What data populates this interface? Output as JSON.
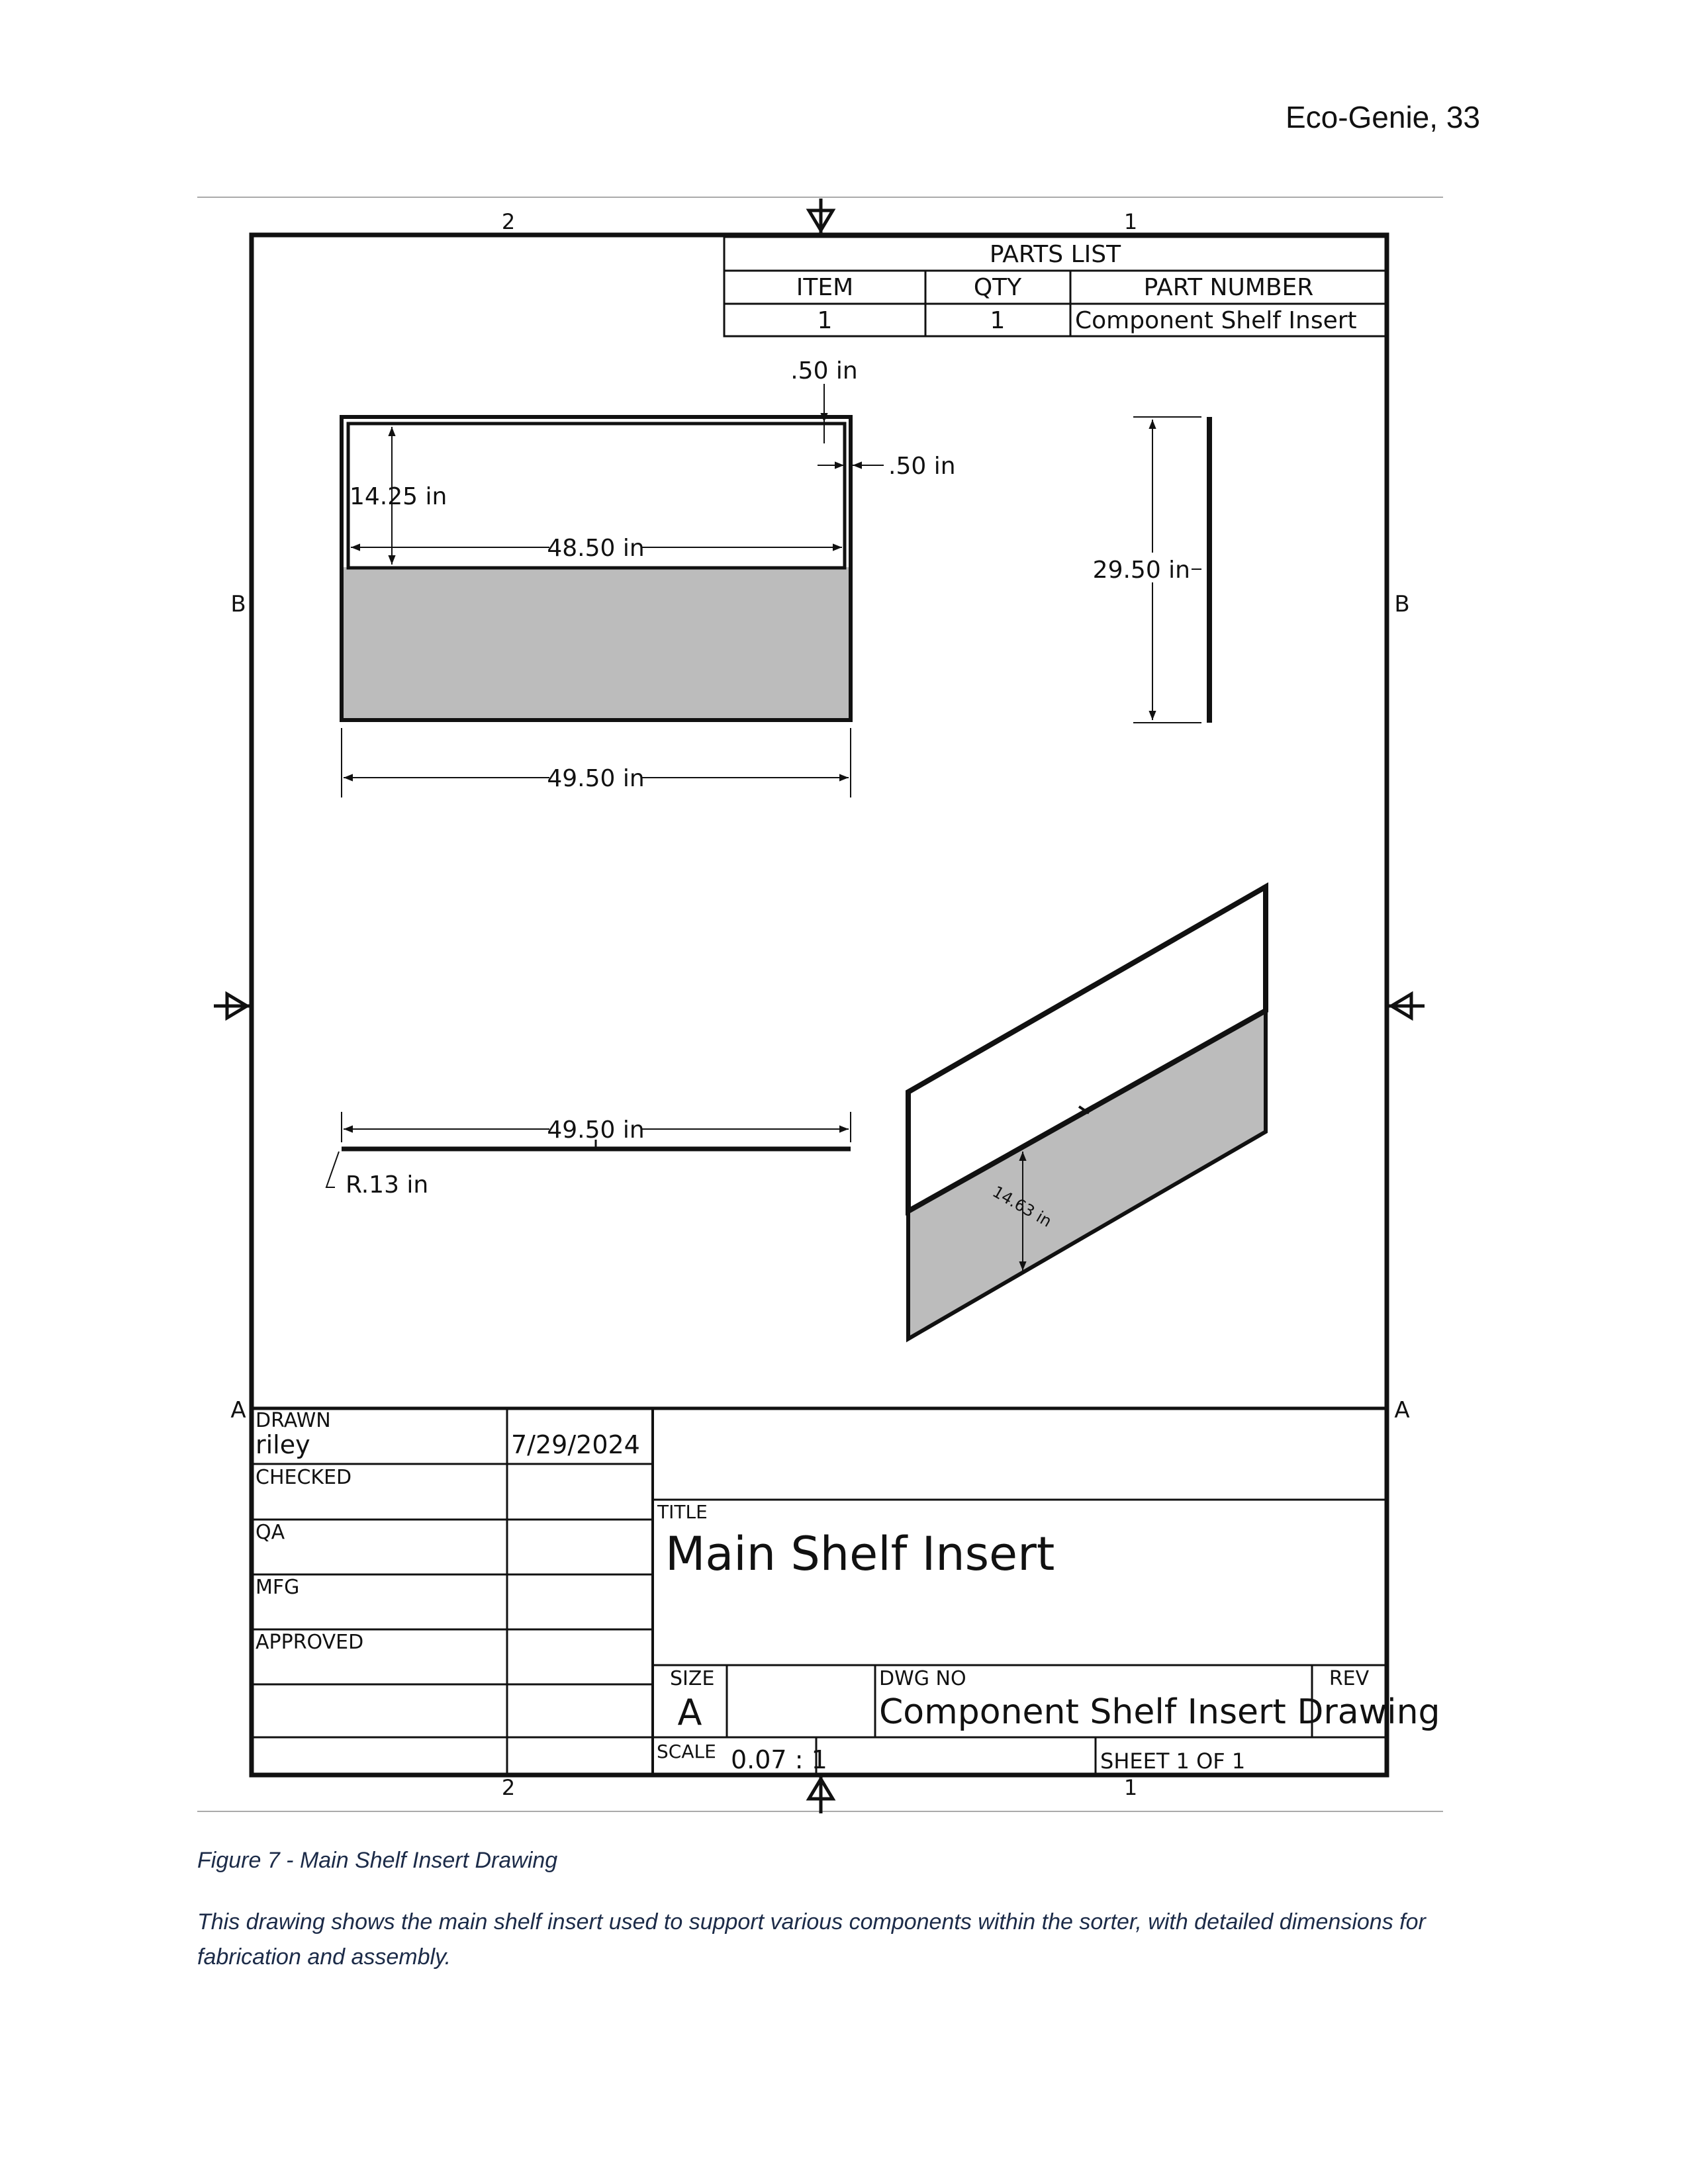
{
  "page_header": "Eco-Genie, 33",
  "zone_labels": {
    "top_left": "2",
    "top_right": "1",
    "bottom_left": "2",
    "bottom_right": "1",
    "row_b": "B",
    "row_a": "A"
  },
  "parts_list": {
    "title": "PARTS LIST",
    "headers": [
      "ITEM",
      "QTY",
      "PART NUMBER"
    ],
    "rows": [
      [
        "1",
        "1",
        "Component Shelf Insert"
      ]
    ]
  },
  "dimensions": {
    "top_thickness": ".50 in",
    "side_thickness": ".50 in",
    "inner_height": "14.25 in",
    "inner_width": "48.50 in",
    "overall_width": "49.50 in",
    "side_height": "29.50 in",
    "bottom_width": "49.50 in",
    "radius": "R.13 in",
    "iso_height": "14.63 in"
  },
  "title_block": {
    "drawn_label": "DRAWN",
    "drawn_by": "riley",
    "drawn_date": "7/29/2024",
    "checked_label": "CHECKED",
    "qa_label": "QA",
    "mfg_label": "MFG",
    "approved_label": "APPROVED",
    "title_label": "TITLE",
    "title": "Main Shelf Insert",
    "size_label": "SIZE",
    "size": "A",
    "dwg_no_label": "DWG NO",
    "dwg_no": "Component Shelf Insert Drawing",
    "rev_label": "REV",
    "scale_label": "SCALE",
    "scale": "0.07 : 1",
    "sheet_text": "SHEET 1  OF 1"
  },
  "caption": "Figure 7 - Main Shelf Insert Drawing",
  "description": "This drawing shows the main shelf insert used to support various components within the sorter, with detailed dimensions for fabrication and assembly."
}
